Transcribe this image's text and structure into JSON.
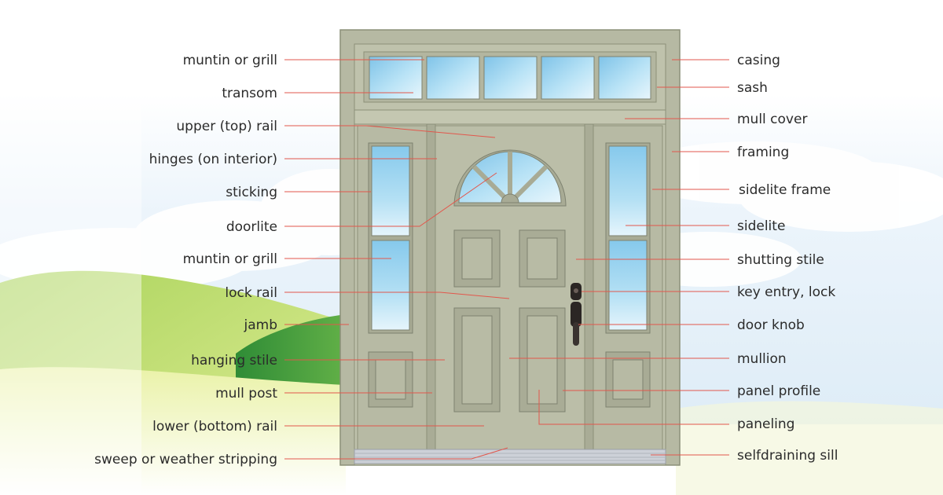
{
  "diagram": {
    "subject": "entry door with transom and sidelites",
    "colors": {
      "door": "#b8bba4",
      "door_shadow": "#8e927c",
      "glass": "#9ed5ef",
      "leader": "#e2574c",
      "label_text": "#2b2b2b",
      "hill_light": "#c9e27a",
      "hill_dark": "#3f9a3a",
      "sky": "#dcebf7",
      "sill": "#c9ced6"
    },
    "labels_left": [
      "muntin or grill",
      "transom",
      "upper (top) rail",
      "hinges (on interior)",
      "sticking",
      "doorlite",
      "muntin or grill",
      "lock rail",
      "jamb",
      "hanging stile",
      "mull post",
      "lower (bottom) rail",
      "sweep or weather stripping"
    ],
    "labels_right": [
      "casing",
      "sash",
      "mull cover",
      "framing",
      "sidelite frame",
      "sidelite",
      "shutting stile",
      "key entry, lock",
      "door knob",
      "mullion",
      "panel profile",
      "paneling",
      "selfdraining sill"
    ]
  }
}
